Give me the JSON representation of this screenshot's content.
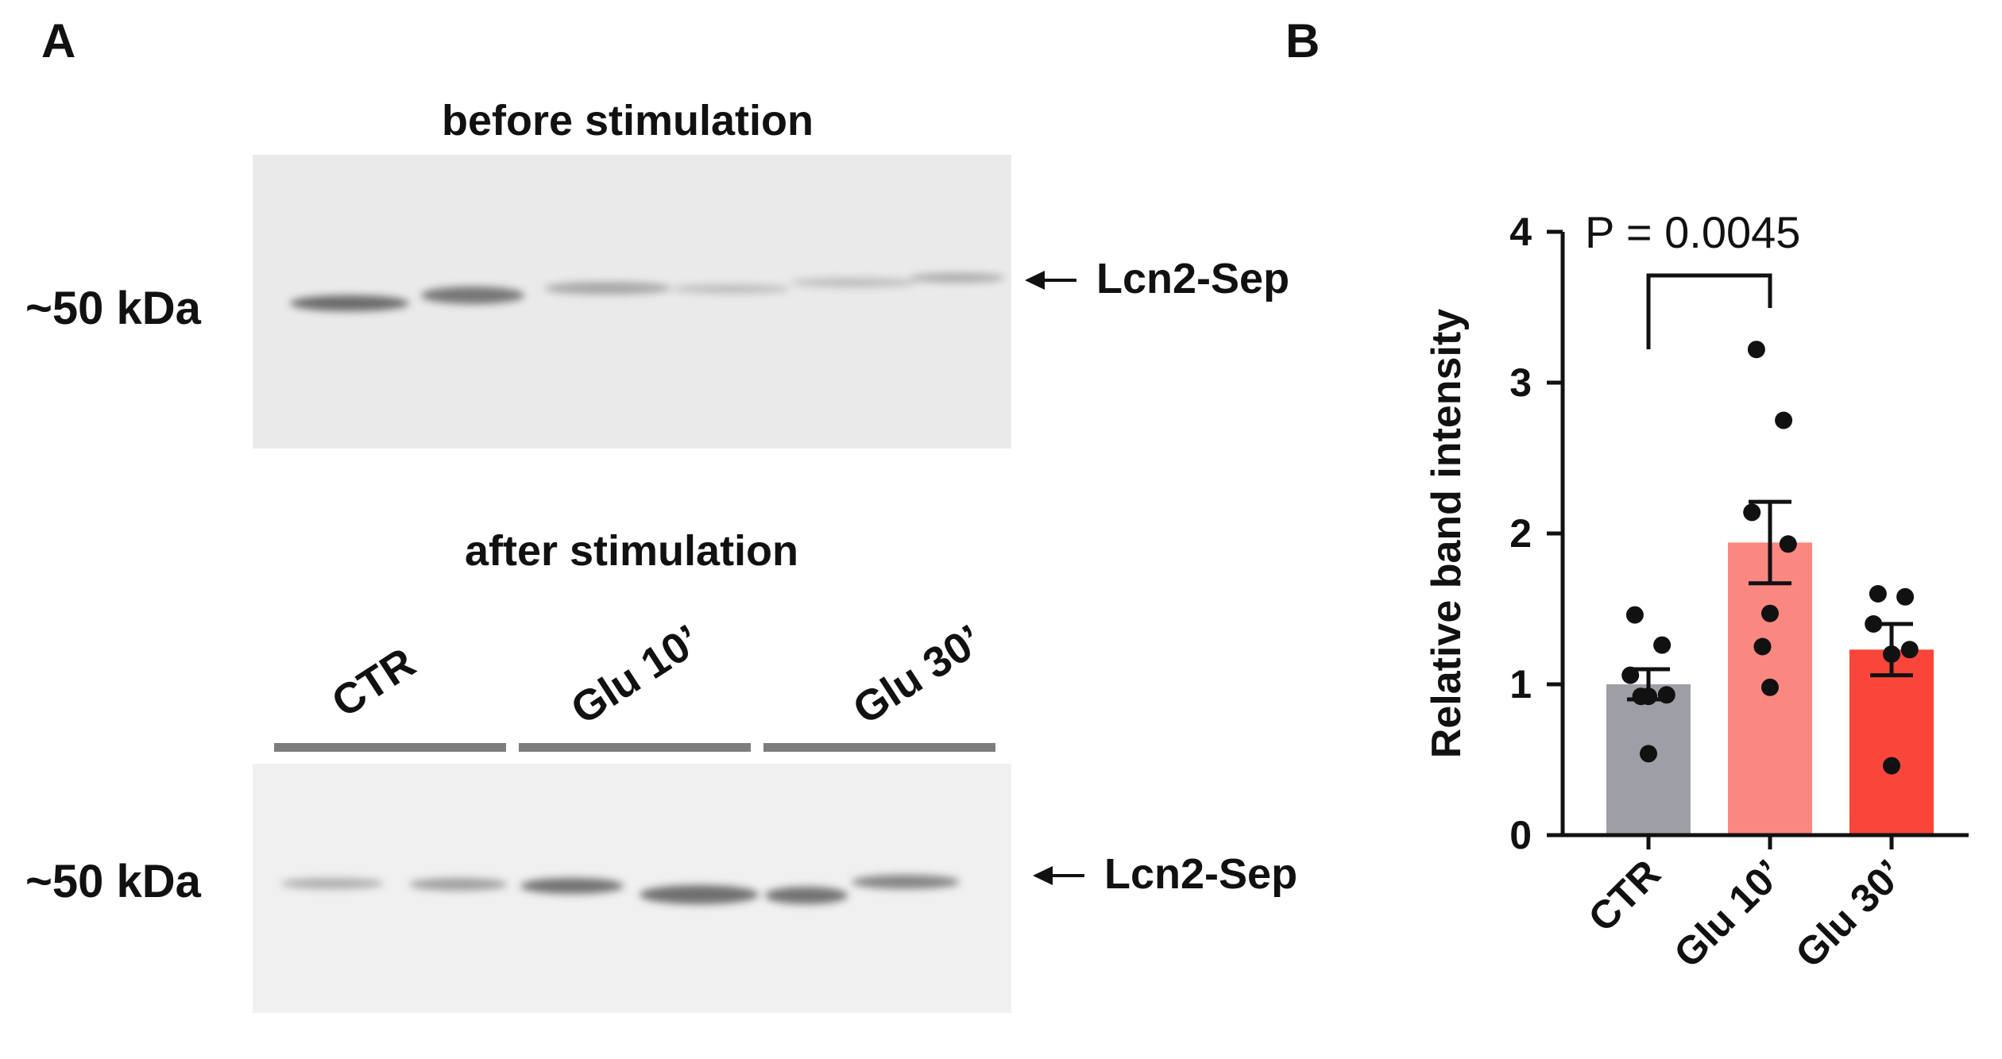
{
  "figure": {
    "panel_a": {
      "label": "A",
      "before_title": "before stimulation",
      "after_title": "after stimulation",
      "marker_label_top": "~50 kDa",
      "marker_label_bottom": "~50 kDa",
      "band_label_top": "Lcn2-Sep",
      "band_label_bottom": "Lcn2-Sep",
      "lanes": [
        "CTR",
        "Glu 10’",
        "Glu 30’"
      ]
    },
    "panel_b": {
      "label": "B"
    }
  },
  "chart_data": {
    "type": "bar",
    "categories": [
      "CTR",
      "Glu 10’",
      "Glu 30’"
    ],
    "values": [
      1.0,
      1.94,
      1.23
    ],
    "sem": [
      0.1,
      0.27,
      0.17
    ],
    "points": [
      [
        1.46,
        1.26,
        1.06,
        0.93,
        0.92,
        0.92,
        0.54
      ],
      [
        3.22,
        2.75,
        2.14,
        1.93,
        1.47,
        1.25,
        0.98
      ],
      [
        1.6,
        1.58,
        1.4,
        1.23,
        1.2,
        0.46
      ]
    ],
    "colors": [
      "#9e9ea6",
      "#fa8780",
      "#f9453a"
    ],
    "title": "",
    "xlabel": "",
    "ylabel": "Relative band intensity",
    "ylim": [
      0,
      4
    ],
    "yticks": [
      "0",
      "1",
      "2",
      "3",
      "4"
    ],
    "annotation": "P = 0.0045",
    "grid": false,
    "legend": "none"
  }
}
